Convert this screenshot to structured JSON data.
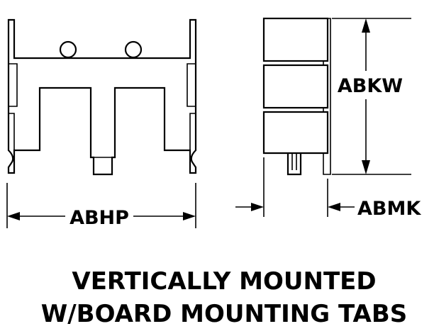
{
  "dimensions": {
    "width_label": "ABHP",
    "height_label": "ABKW",
    "thickness_label": "ABMK"
  },
  "caption": {
    "line1": "VERTICALLY MOUNTED",
    "line2": "W/BOARD MOUNTING TABS"
  },
  "colors": {
    "ink": "#000000",
    "background": "#ffffff"
  }
}
